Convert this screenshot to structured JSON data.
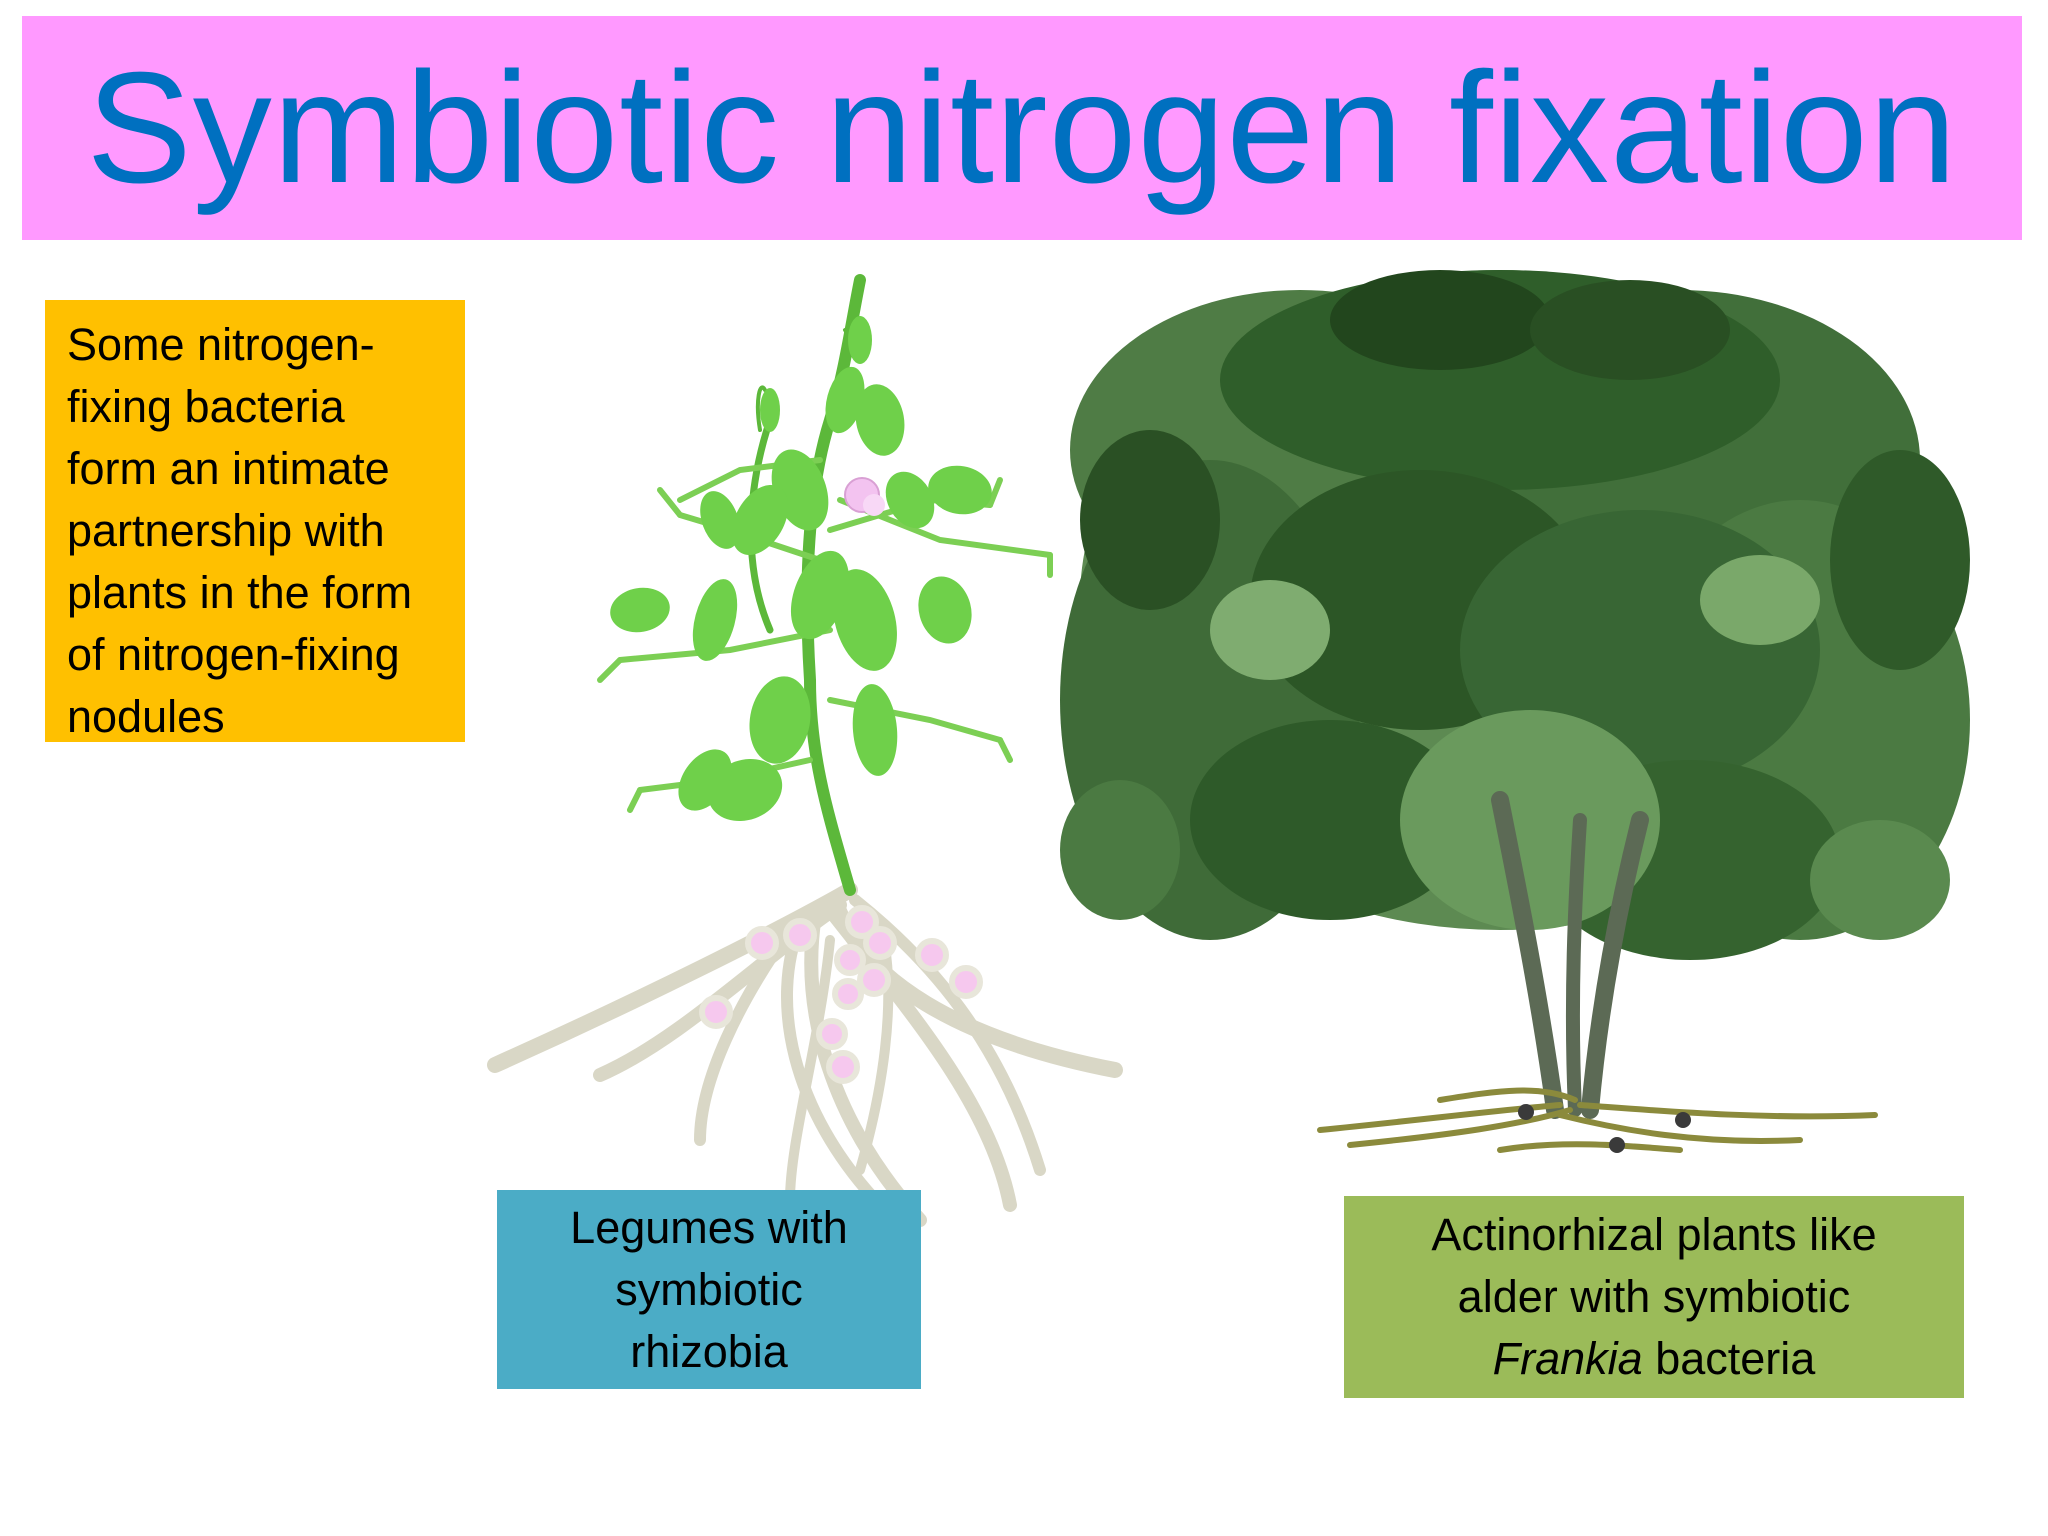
{
  "slide": {
    "title": "Symbiotic nitrogen fixation",
    "intro": "Some nitrogen-fixing bacteria form an intimate partnership with plants in the form of nitrogen-fixing nodules",
    "legume_caption": "Legumes with symbiotic rhizobia",
    "alder_caption": {
      "before": "Actinorhizal plants like alder with symbiotic ",
      "italic": "Frankia",
      "after": " bacteria"
    }
  },
  "illustrations": {
    "legume": "pea-plant-with-root-nodules",
    "alder": "alder-tree-with-root-nodules"
  },
  "colors": {
    "title_bg": "#ff99ff",
    "title_text": "#0070c0",
    "intro_bg": "#ffc000",
    "legume_caption_bg": "#4bacc6",
    "alder_caption_bg": "#9bbb59",
    "leaf_green": "#66cc44",
    "tree_green": "#2f5e2a",
    "root": "#d8d6c4",
    "nodule_pink": "#f4c4ec"
  }
}
